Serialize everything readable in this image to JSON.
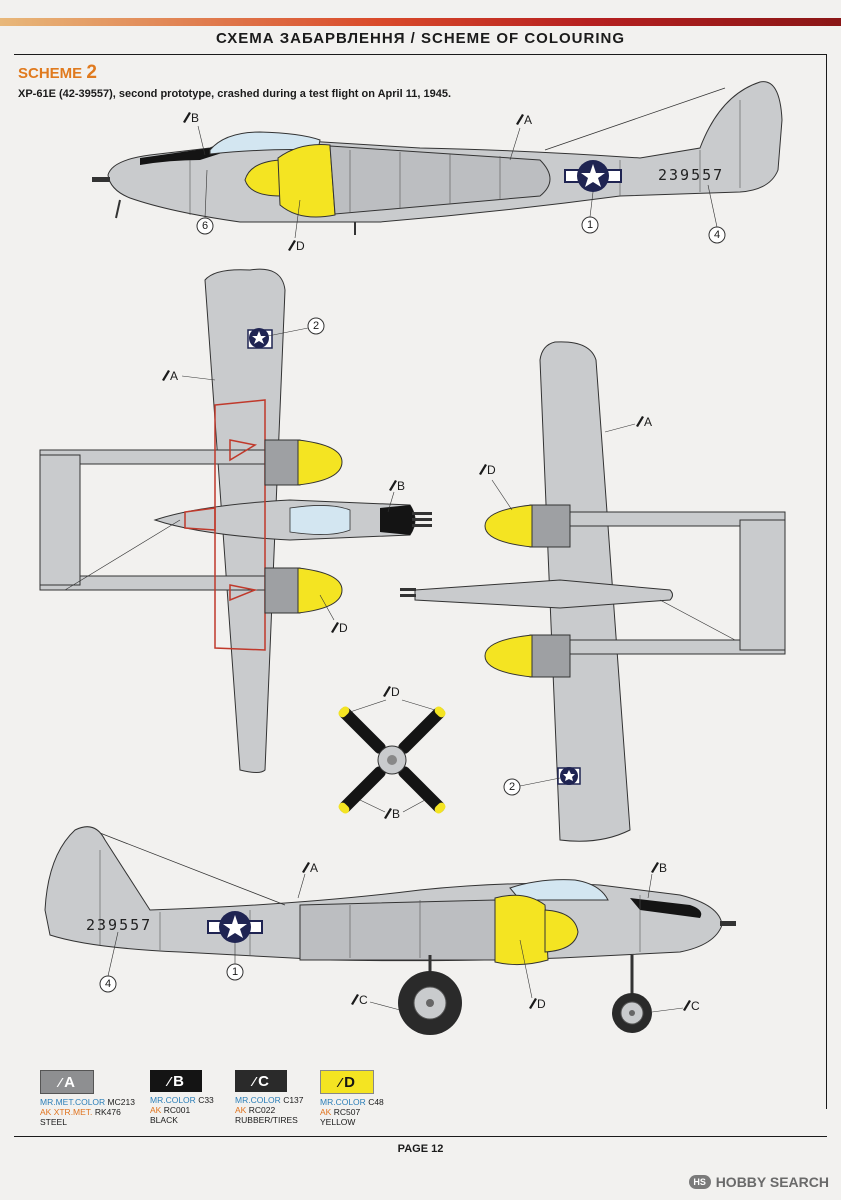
{
  "header": {
    "title": "СХЕМА ЗАБАРВЛЕННЯ / SCHEME OF COLOURING",
    "scheme_word": "SCHEME",
    "scheme_number": "2",
    "description": "XP-61E (42-39557), second prototype, crashed during a test flight on April 11, 1945."
  },
  "aircraft": {
    "serial": "239557"
  },
  "callouts": {
    "paint": [
      "A",
      "B",
      "C",
      "D"
    ],
    "numbers": [
      "1",
      "2",
      "4",
      "6"
    ]
  },
  "colors": {
    "aircraft_steel": "#c9cbcd",
    "black": "#141414",
    "rubber": "#2a2a2a",
    "yellow": "#f4e422",
    "canopy": "#d3e6f1",
    "accent_orange": "#e07a1e",
    "insignia_blue": "#1f2452",
    "red_outline": "#c0392b"
  },
  "legend": [
    {
      "swatch": "A",
      "line1_brand": "MR.MET.COLOR",
      "line1_code": "MC213",
      "line2_brand": "AK XTR.MET.",
      "line2_code": "RK476",
      "name": "STEEL"
    },
    {
      "swatch": "B",
      "line1_brand": "MR.COLOR",
      "line1_code": "C33",
      "line2_brand": "AK",
      "line2_code": "RC001",
      "name": "BLACK"
    },
    {
      "swatch": "C",
      "line1_brand": "MR.COLOR",
      "line1_code": "C137",
      "line2_brand": "AK",
      "line2_code": "RC022",
      "name": "RUBBER/TIRES"
    },
    {
      "swatch": "D",
      "line1_brand": "MR.COLOR",
      "line1_code": "C48",
      "line2_brand": "AK",
      "line2_code": "RC507",
      "name": "YELLOW"
    }
  ],
  "footer": {
    "page": "PAGE 12",
    "watermark": "HOBBY SEARCH",
    "watermark_logo": "HS"
  }
}
